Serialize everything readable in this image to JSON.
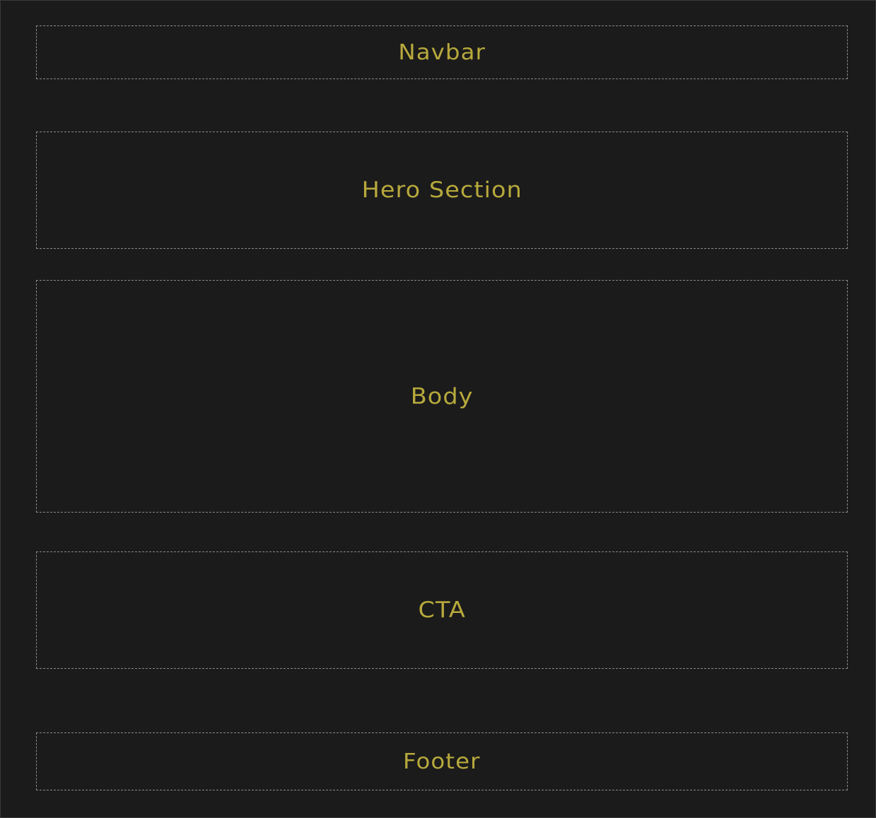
{
  "sections": {
    "navbar": "Navbar",
    "hero": "Hero Section",
    "body": "Body",
    "cta": "CTA",
    "footer": "Footer"
  },
  "colors": {
    "background": "#1b1b1b",
    "border": "#8a8a8a",
    "label": "#b7a93c"
  }
}
